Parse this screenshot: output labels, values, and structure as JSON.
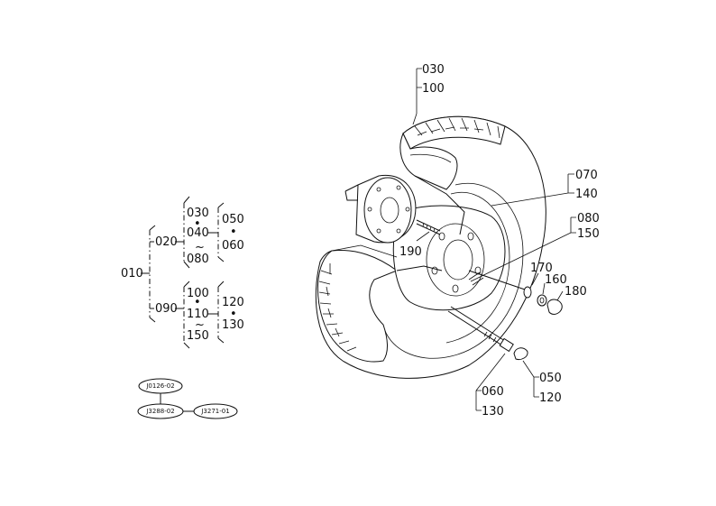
{
  "callouts": {
    "c030": "030",
    "c100": "100",
    "c070": "070",
    "c140": "140",
    "c080": "080",
    "c150": "150",
    "c190": "190",
    "c170": "170",
    "c160": "160",
    "c180": "180",
    "c050": "050",
    "c120": "120",
    "c060": "060",
    "c130": "130"
  },
  "tree": {
    "root": "010",
    "group_a": "020",
    "group_a_items": [
      "030",
      "040",
      "080"
    ],
    "group_a_range": "~",
    "group_a_sub": [
      "050",
      "060"
    ],
    "group_b": "090",
    "group_b_items": [
      "100",
      "110",
      "150"
    ],
    "group_b_range": "~",
    "group_b_sub": [
      "120",
      "130"
    ],
    "dot": "•"
  },
  "refs": {
    "ref_top": "J0126-02",
    "ref_left": "J3288-02",
    "ref_right": "J3271-01"
  }
}
